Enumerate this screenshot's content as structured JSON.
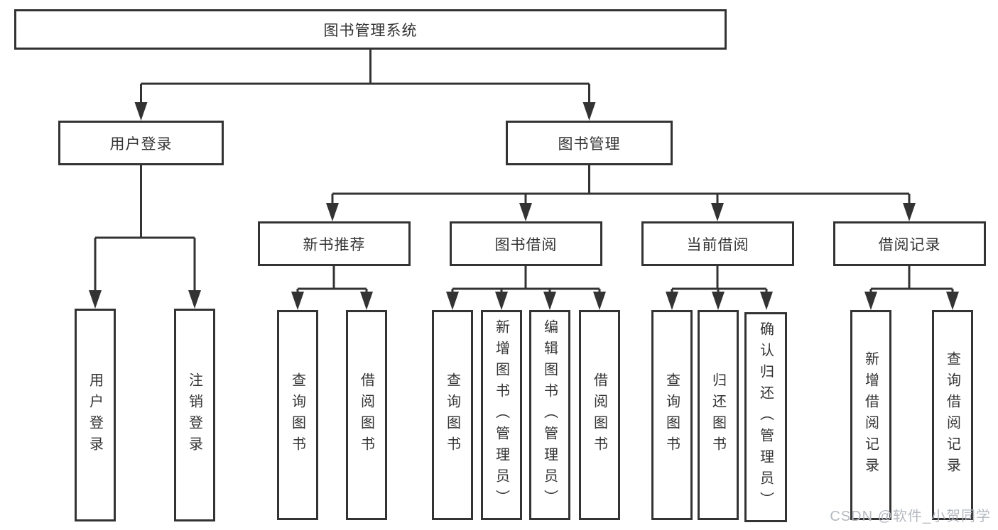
{
  "colors": {
    "line": "#333333",
    "box_border": "#333333",
    "box_fill": "#ffffff",
    "text": "#333333",
    "watermark": "#b5bac1"
  },
  "watermark": {
    "text": "CSDN @软件_小贺同学"
  },
  "tree": {
    "root": {
      "label": "图书管理系统"
    },
    "branches": [
      {
        "label": "用户登录",
        "children": [
          {
            "label": "用户登录"
          },
          {
            "label": "注销登录"
          }
        ]
      },
      {
        "label": "图书管理",
        "children": [
          {
            "label": "新书推荐",
            "children": [
              {
                "label": "查询图书"
              },
              {
                "label": "借阅图书"
              }
            ]
          },
          {
            "label": "图书借阅",
            "children": [
              {
                "label": "查询图书"
              },
              {
                "label": "新增图书（管理员）"
              },
              {
                "label": "编辑图书（管理员）"
              },
              {
                "label": "借阅图书"
              }
            ]
          },
          {
            "label": "当前借阅",
            "children": [
              {
                "label": "查询图书"
              },
              {
                "label": "归还图书"
              },
              {
                "label": "确认归还（管理员）"
              }
            ]
          },
          {
            "label": "借阅记录",
            "children": [
              {
                "label": "新增借阅记录"
              },
              {
                "label": "查询借阅记录"
              }
            ]
          }
        ]
      }
    ]
  }
}
